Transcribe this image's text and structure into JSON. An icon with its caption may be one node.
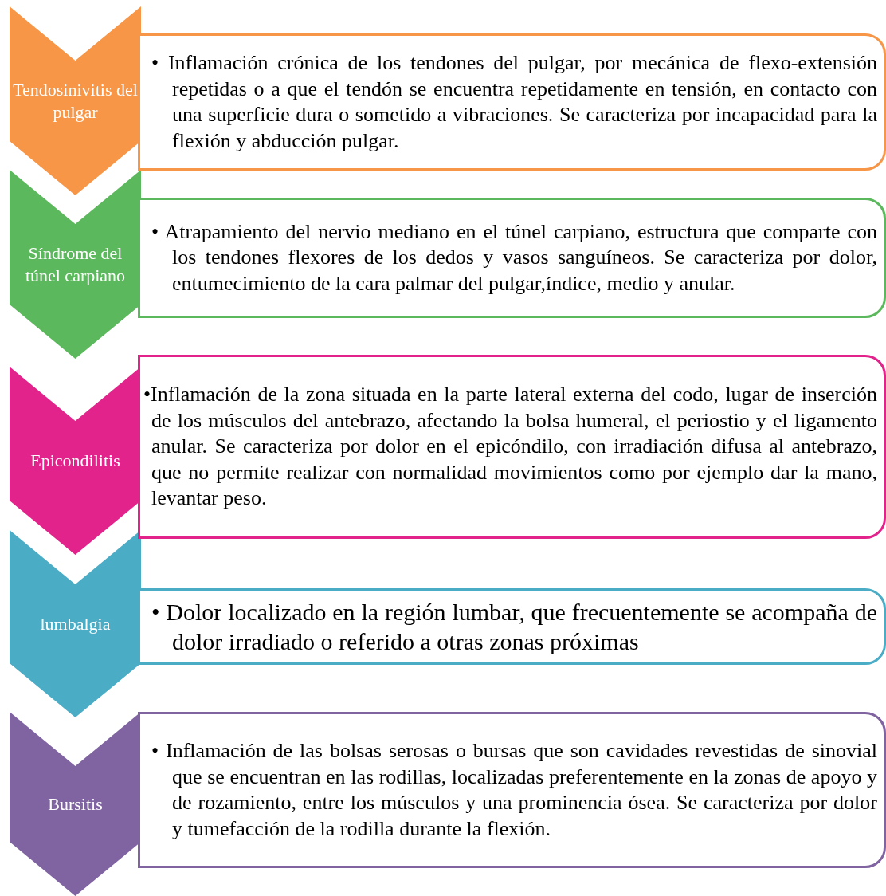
{
  "diagram": {
    "nodes": [
      {
        "text": [
          "Tendosinivitis del pulgar"
        ]
      },
      {
        "text": [
          "• Inflamación crónica de los tendones del pulgar, por mecánica de flexo-extensión repetidas o a que el tendón se encuentra repetidamente en tensión, en contacto con una superficie dura o sometido a vibraciones. Se caracteriza por incapacidad para la flexión y abducción pulgar."
        ]
      },
      {
        "text": [
          "Síndrome del túnel carpiano"
        ]
      },
      {
        "text": [
          "• Atrapamiento del nervio mediano en el túnel carpiano, estructura que comparte con los tendones flexores de los dedos y vasos sanguíneos. Se caracteriza por dolor, entumecimiento de la cara palmar del pulgar,índice, medio y anular."
        ]
      },
      {
        "text": [
          "Epicondilitis"
        ]
      },
      {
        "text": [
          "•Inflamación de la zona situada en la parte lateral externa del codo, lugar de inserción de los músculos del antebrazo, afectando la bolsa humeral, el periostio y el ligamento anular. Se caracteriza por dolor en el epicóndilo, con irradiación difusa al antebrazo, que no permite realizar con normalidad movimientos como por ejemplo dar la mano, levantar peso."
        ]
      },
      {
        "text": [
          "lumbalgia"
        ]
      },
      {
        "text": [
          "• Dolor localizado en la región lumbar, que frecuentemente se acompaña de dolor irradiado o referido a otras zonas próximas"
        ]
      },
      {
        "text": [
          "Bursitis"
        ]
      },
      {
        "text": [
          "• Inflamación de las bolsas serosas o bursas que son cavidades revestidas de sinovial que se encuentran en las rodillas, localizadas preferentemente en la zonas de apoyo y de rozamiento, entre los músculos y una prominencia ósea. Se caracteriza por dolor y tumefacción de la rodilla durante la flexión."
        ]
      }
    ],
    "edges": []
  }
}
